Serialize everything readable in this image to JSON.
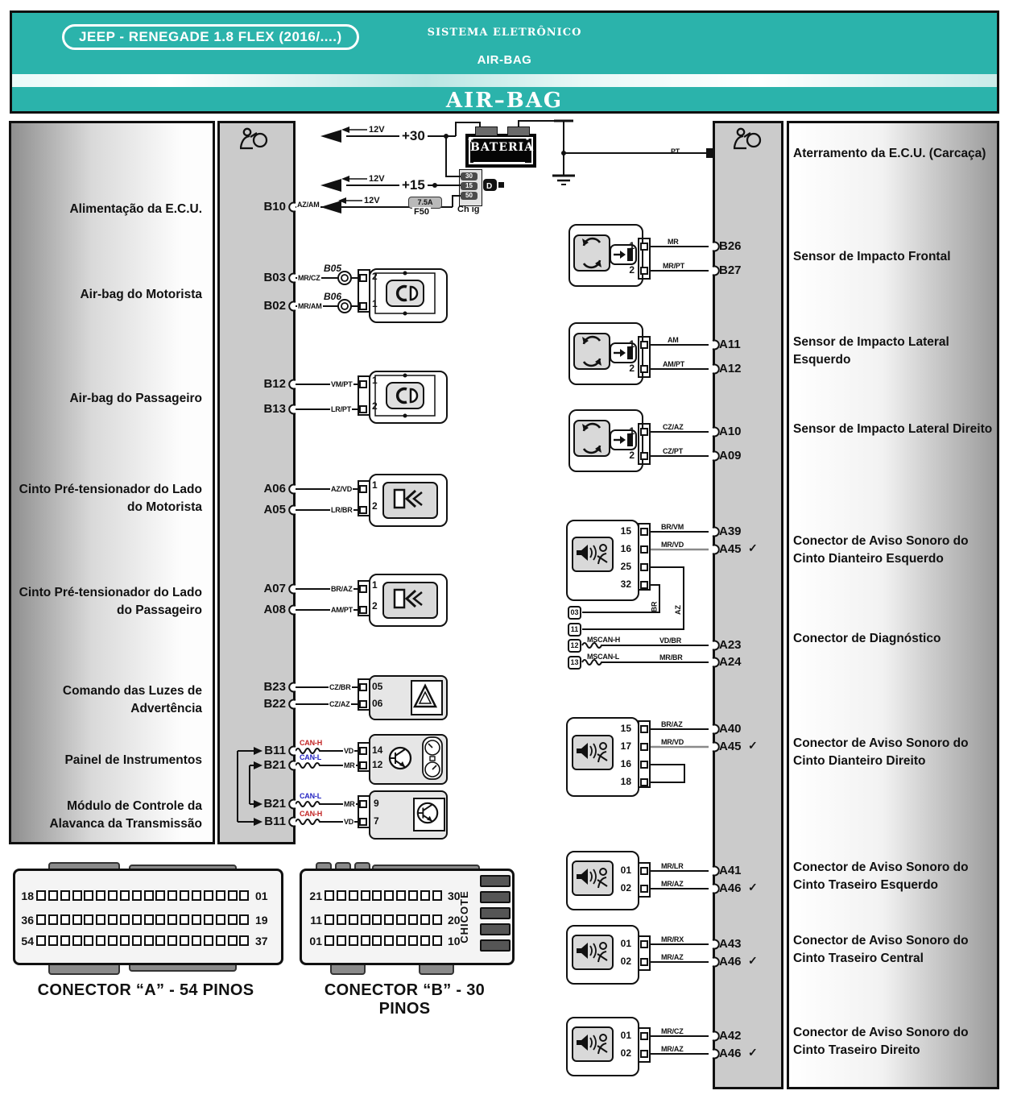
{
  "header": {
    "model": "JEEP - RENEGADE 1.8 FLEX (2016/....)",
    "system": "SISTEMA ELETRÔNICO",
    "subsystem": "AIR-BAG",
    "banner": "AIR–BAG",
    "teal": "#2bb3ab"
  },
  "left_panel": {
    "labels": [
      "Alimentação da E.C.U.",
      "Air-bag do Motorista",
      "Air-bag do Passageiro",
      "Cinto Pré-tensionador do Lado do Motorista",
      "Cinto Pré-tensionador do Lado do Passageiro",
      "Comando das Luzes de Advertência",
      "Painel de Instrumentos",
      "Módulo de Controle da Alavanca da Transmissão"
    ]
  },
  "right_panel": {
    "labels": [
      "Aterramento da E.C.U. (Carcaça)",
      "Sensor de Impacto Frontal",
      "Sensor de Impacto Lateral Esquerdo",
      "Sensor de Impacto Lateral Direito",
      "Conector de Aviso Sonoro do Cinto Dianteiro Esquerdo",
      "Conector de Diagnóstico",
      "Conector de Aviso Sonoro do Cinto Dianteiro Direito",
      "Conector de Aviso Sonoro do Cinto Traseiro Esquerdo",
      "Conector de Aviso Sonoro do Cinto Traseiro Central",
      "Conector de Aviso Sonoro do Cinto Traseiro Direito"
    ]
  },
  "ecu_left": {
    "pins": [
      {
        "id": "B10",
        "wire": "AZ/AM"
      },
      {
        "id": "B03",
        "wire": "MR/CZ",
        "inline": "B05"
      },
      {
        "id": "B02",
        "wire": "MR/AM",
        "inline": "B06"
      },
      {
        "id": "B12",
        "wire": "VM/PT"
      },
      {
        "id": "B13",
        "wire": "LR/PT"
      },
      {
        "id": "A06",
        "wire": "AZ/VD"
      },
      {
        "id": "A05",
        "wire": "LR/BR"
      },
      {
        "id": "A07",
        "wire": "BR/AZ"
      },
      {
        "id": "A08",
        "wire": "AM/PT"
      },
      {
        "id": "B23",
        "wire": "CZ/BR"
      },
      {
        "id": "B22",
        "wire": "CZ/AZ"
      },
      {
        "id": "B11",
        "bus": "CAN-H",
        "wire": "VD"
      },
      {
        "id": "B21",
        "bus": "CAN-L",
        "wire": "MR"
      },
      {
        "id": "B21",
        "bus": "CAN-L",
        "wire": "MR"
      },
      {
        "id": "B11",
        "bus": "CAN-H",
        "wire": "VD"
      }
    ]
  },
  "ecu_right": {
    "ground_wire": "PT",
    "pins": [
      {
        "id": "B26",
        "wire": "MR"
      },
      {
        "id": "B27",
        "wire": "MR/PT"
      },
      {
        "id": "A11",
        "wire": "AM"
      },
      {
        "id": "A12",
        "wire": "AM/PT"
      },
      {
        "id": "A10",
        "wire": "CZ/AZ"
      },
      {
        "id": "A09",
        "wire": "CZ/PT"
      },
      {
        "id": "A39",
        "wire": "BR/VM"
      },
      {
        "id": "A45",
        "wire": "MR/VD",
        "check": "✓"
      },
      {
        "id": "A23",
        "wire": "VD/BR",
        "bus": "MSCAN-H"
      },
      {
        "id": "A24",
        "wire": "MR/BR",
        "bus": "MSCAN-L"
      },
      {
        "id": "A40",
        "wire": "BR/AZ"
      },
      {
        "id": "A45",
        "wire": "MR/VD",
        "check": "✓"
      },
      {
        "id": "A41",
        "wire": "MR/LR"
      },
      {
        "id": "A46",
        "wire": "MR/AZ",
        "check": "✓"
      },
      {
        "id": "A43",
        "wire": "MR/RX"
      },
      {
        "id": "A46",
        "wire": "MR/AZ",
        "check": "✓"
      },
      {
        "id": "A42",
        "wire": "MR/CZ"
      },
      {
        "id": "A46",
        "wire": "MR/AZ",
        "check": "✓"
      }
    ]
  },
  "components_left": [
    {
      "name": "driver-airbag",
      "pins": [
        "2",
        "1"
      ]
    },
    {
      "name": "passenger-airbag",
      "pins": [
        "1",
        "2"
      ]
    },
    {
      "name": "pretensioner-driver",
      "pins": [
        "1",
        "2"
      ]
    },
    {
      "name": "pretensioner-passenger",
      "pins": [
        "1",
        "2"
      ]
    },
    {
      "name": "hazard-switch",
      "pins": [
        "05",
        "06"
      ]
    },
    {
      "name": "instrument-cluster",
      "pins": [
        "14",
        "12"
      ]
    },
    {
      "name": "shift-module",
      "pins": [
        "9",
        "7"
      ]
    }
  ],
  "components_right": [
    {
      "name": "front-impact-sensor",
      "pins": [
        "1",
        "2"
      ]
    },
    {
      "name": "left-side-impact-sensor",
      "pins": [
        "1",
        "2"
      ]
    },
    {
      "name": "right-side-impact-sensor",
      "pins": [
        "1",
        "2"
      ]
    },
    {
      "name": "belt-warning-front-left",
      "pins": [
        "15",
        "16",
        "25",
        "32"
      ],
      "taps": [
        "BR",
        "AZ"
      ]
    },
    {
      "name": "diagnostic-connector",
      "pins": [
        "03",
        "11",
        "12",
        "13"
      ]
    },
    {
      "name": "belt-warning-front-right",
      "pins": [
        "15",
        "17",
        "16",
        "18"
      ]
    },
    {
      "name": "belt-warning-rear-left",
      "pins": [
        "01",
        "02"
      ]
    },
    {
      "name": "belt-warning-rear-center",
      "pins": [
        "01",
        "02"
      ]
    },
    {
      "name": "belt-warning-rear-right",
      "pins": [
        "01",
        "02"
      ]
    }
  ],
  "power": {
    "v12": "12V",
    "plus30": "+30",
    "plus15": "+15",
    "fuse_rating": "7.5A",
    "fuse_name": "F50",
    "battery": "BATERIA",
    "batt_plus": "+",
    "batt_minus": "-",
    "ign_terms": [
      "30",
      "15",
      "50"
    ],
    "ign_label": "Ch ig",
    "key_glyph": "D"
  },
  "connectors": {
    "a": {
      "title": "CONECTOR “A” - 54 PINOS",
      "rows": [
        {
          "l": "18",
          "r": "01",
          "n": 18
        },
        {
          "l": "36",
          "r": "19",
          "n": 18
        },
        {
          "l": "54",
          "r": "37",
          "n": 18
        }
      ]
    },
    "b": {
      "title": "CONECTOR “B” - 30 PINOS",
      "rows": [
        {
          "l": "21",
          "r": "30",
          "n": 10
        },
        {
          "l": "11",
          "r": "20",
          "n": 10
        },
        {
          "l": "01",
          "r": "10",
          "n": 10
        }
      ],
      "tag": "CHICOTE"
    }
  }
}
